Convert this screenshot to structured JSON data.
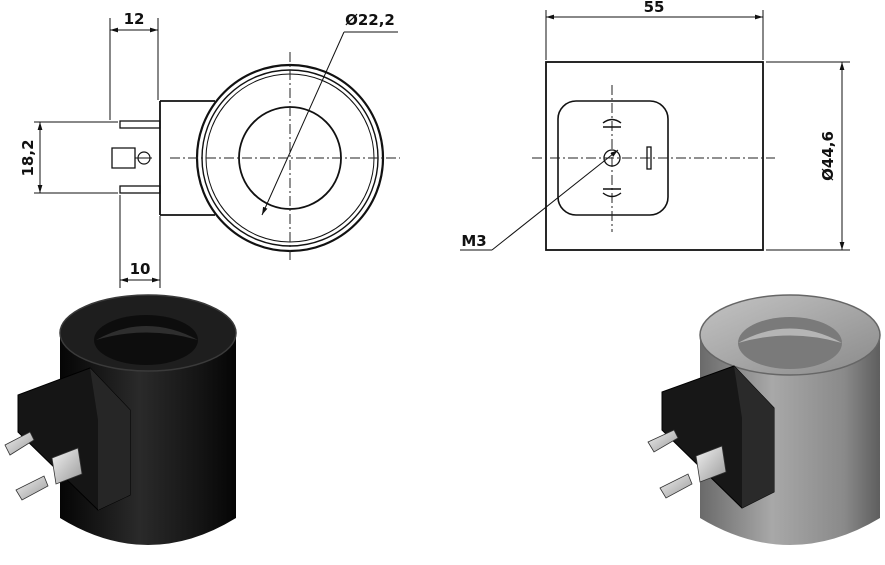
{
  "dimensions": {
    "width_12": "12",
    "diameter_22_2": "Ø22,2",
    "height_18_2": "18,2",
    "width_10": "10",
    "length_55": "55",
    "diameter_44_6": "Ø44,6",
    "thread_m3": "M3"
  },
  "colors": {
    "line": "#111111",
    "black_coil_body": "#1c1c1c",
    "grey_coil_body": "#8e8e8e",
    "background": "#ffffff"
  }
}
